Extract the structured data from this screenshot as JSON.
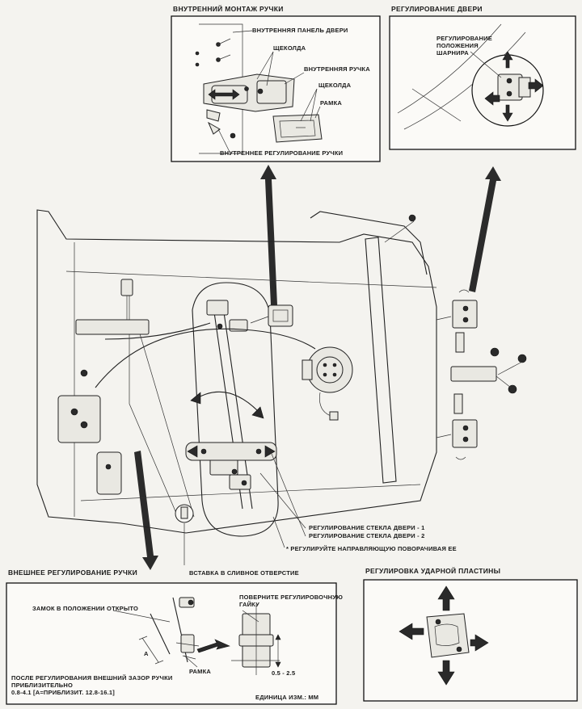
{
  "handle_inner": {
    "title": "ВНУТРЕННИЙ МОНТАЖ РУЧКИ",
    "inner_panel": "ВНУТРЕННЯЯ ПАНЕЛЬ ДВЕРИ",
    "clip_1": "ЩЕКОЛДА",
    "inner_handle": "ВНУТРЕННЯЯ РУЧКА",
    "clip_2": "ЩЕКОЛДА",
    "frame": "РАМКА",
    "adjustment": "ВНУТРЕННЕЕ РЕГУЛИРОВАНИЕ РУЧКИ"
  },
  "door_adjust": {
    "title": "РЕГУЛИРОВАНИЕ ДВЕРИ",
    "hinge_line1": "РЕГУЛИРОВАНИЕ",
    "hinge_line2": "ПОЛОЖЕНИЯ",
    "hinge_line3": "ШАРНИРА"
  },
  "main": {
    "glass_adjust_1": "РЕГУЛИРОВАНИЕ СТЕКЛА ДВЕРИ - 1",
    "glass_adjust_2": "РЕГУЛИРОВАНИЕ СТЕКЛА ДВЕРИ - 2",
    "guide_note": "* РЕГУЛИРУЙТЕ НАПРАВЛЯЮЩУЮ ПОВОРАЧИВАЯ ЕЕ",
    "drain_insert": "ВСТАВКА В СЛИВНОЕ ОТВЕРСТИЕ"
  },
  "handle_outer": {
    "title": "ВНЕШНЕЕ РЕГУЛИРОВАНИЕ РУЧКИ",
    "lock_open": "ЗАМОК В ПОЛОЖЕНИИ ОТКРЫТО",
    "turn_nut_line1": "ПОВЕРНИТЕ РЕГУЛИРОВОЧНУЮ",
    "turn_nut_line2": "ГАЙКУ",
    "frame": "РАМКА",
    "clearance_line1": "ПОСЛЕ РЕГУЛИРОВАНИЯ ВНЕШНИЙ ЗАЗОР РУЧКИ",
    "clearance_line2": "ПРИБЛИЗИТЕЛЬНО",
    "clearance_value": "0.8-4.1 [А=ПРИБЛИЗИТ. 12.8-16.1]",
    "gap_value": "0.5 - 2.5",
    "dim_a": "A",
    "units": "ЕДИНИЦА ИЗМ.: ММ"
  },
  "striker": {
    "title": "РЕГУЛИРОВКА УДАРНОЙ ПЛАСТИНЫ"
  }
}
